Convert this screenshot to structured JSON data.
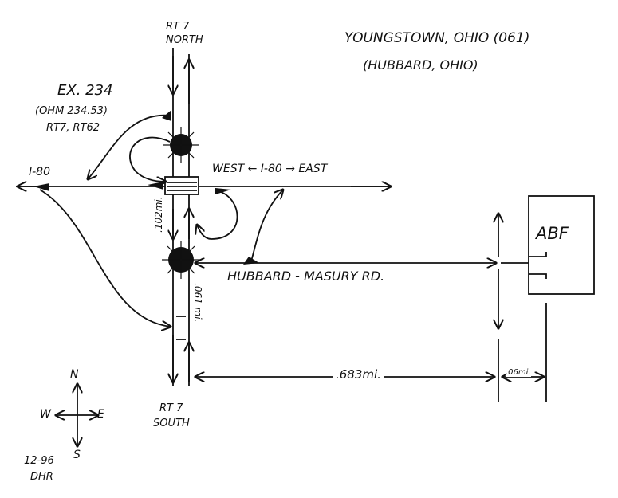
{
  "title": {
    "city": "YOUNGSTOWN, OHIO (061)",
    "sub": "(HUBBARD, OHIO)"
  },
  "exit": {
    "number": "EX. 234",
    "ohm": "(OHM 234.53)",
    "routes": "RT7, RT62"
  },
  "roads": {
    "rt7_north": [
      "RT 7",
      "NORTH"
    ],
    "rt7_south": [
      "RT 7",
      "SOUTH"
    ],
    "i80_west_end": "I-80",
    "i80_center": "WEST  ←  I-80  →  EAST",
    "hubbard": "HUBBARD - MASURY RD."
  },
  "distances": {
    "d1": ".102mi.",
    "d2": ".061 mi.",
    "d3": ".683mi.",
    "d4": ".06mi."
  },
  "destination": "ABF",
  "compass": {
    "n": "N",
    "s": "S",
    "e": "E",
    "w": "W"
  },
  "footer": [
    "12-96",
    "DHR"
  ]
}
